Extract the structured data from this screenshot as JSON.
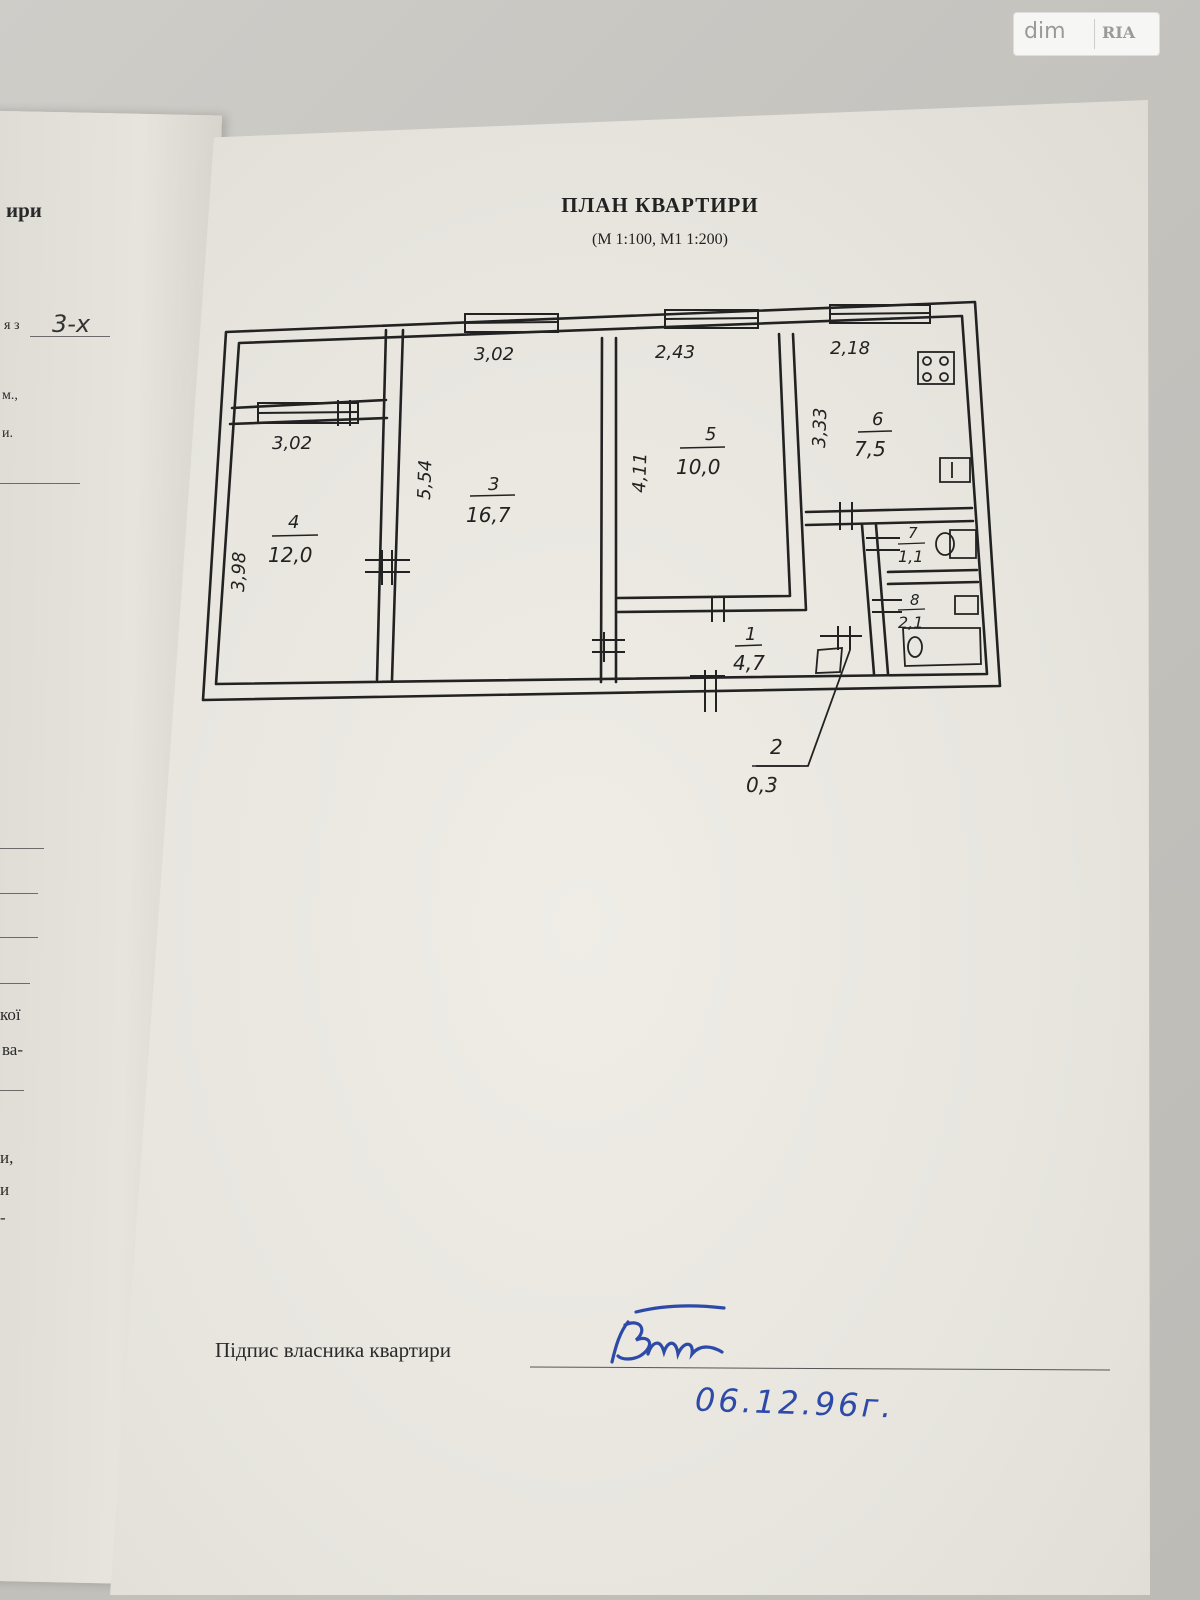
{
  "watermark": {
    "dim": "dim",
    "ria": "RIA"
  },
  "left_page": {
    "fragments": [
      "ири",
      "я з",
      "3-х",
      "м.,",
      "и.",
      "кої",
      "ва-",
      "и,",
      "и",
      "-"
    ]
  },
  "document": {
    "title": "ПЛАН КВАРТИРИ",
    "subtitle": "(М 1:100, М1 1:200)"
  },
  "plan": {
    "dimensions": [
      "3,02",
      "2,43",
      "2,18",
      "3,02",
      "5,54",
      "4,11",
      "3,33",
      "3,98"
    ],
    "rooms": [
      {
        "number": "1",
        "area": "4,7"
      },
      {
        "number": "2",
        "area": "0,3"
      },
      {
        "number": "3",
        "area": "16,7"
      },
      {
        "number": "4",
        "area": "12,0"
      },
      {
        "number": "5",
        "area": "10,0"
      },
      {
        "number": "6",
        "area": "7,5"
      },
      {
        "number": "7",
        "area": "1,1"
      },
      {
        "number": "8",
        "area": "2,1"
      }
    ]
  },
  "signature": {
    "label": "Підпис власника квартири",
    "date": "06.12.96г."
  }
}
